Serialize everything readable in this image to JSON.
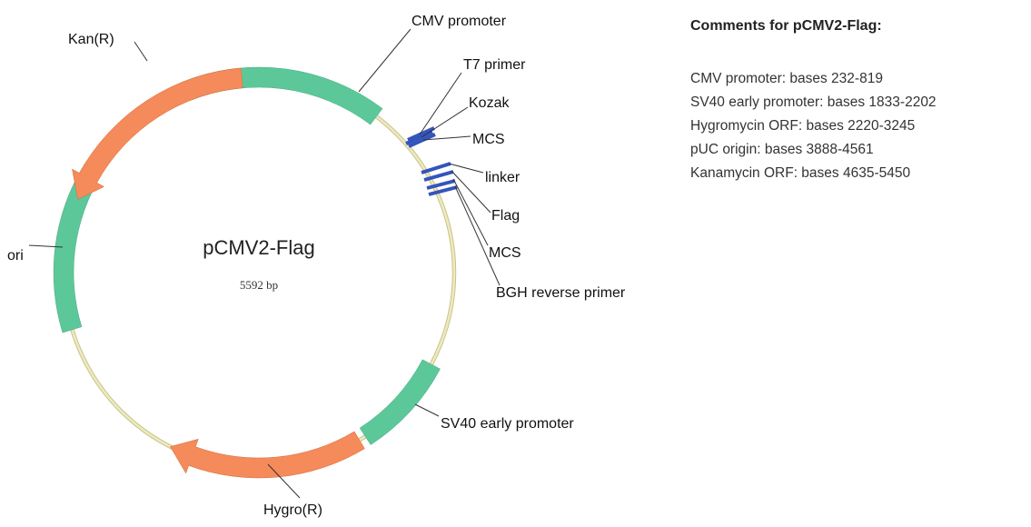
{
  "plasmid": {
    "name": "pCMV2-Flag",
    "size_text": "5592 bp",
    "colors": {
      "backbone": "#eeeac0",
      "backbone_edge": "#c9c38a",
      "green": "#5cc89a",
      "orange": "#f58a5a",
      "blue": "#3355bb"
    }
  },
  "features": [
    {
      "name": "CMV promoter",
      "label": "CMV promoter"
    },
    {
      "name": "T7 primer",
      "label": "T7 primer"
    },
    {
      "name": "Kozak",
      "label": "Kozak"
    },
    {
      "name": "MCS",
      "label": "MCS"
    },
    {
      "name": "linker",
      "label": "linker"
    },
    {
      "name": "Flag",
      "label": "Flag"
    },
    {
      "name": "MCS",
      "label": "MCS"
    },
    {
      "name": "BGH reverse primer",
      "label": "BGH reverse primer"
    },
    {
      "name": "SV40 early promoter",
      "label": "SV40 early promoter"
    },
    {
      "name": "Hygro(R)",
      "label": "Hygro(R)"
    },
    {
      "name": "ori",
      "label": "ori"
    },
    {
      "name": "Kan(R)",
      "label": "Kan(R)"
    }
  ],
  "comments": {
    "title": "Comments for pCMV2-Flag:",
    "lines": [
      "CMV promoter: bases 232-819",
      "SV40 early promoter: bases 1833-2202",
      "Hygromycin ORF: bases 2220-3245",
      "pUC origin: bases 3888-4561",
      "Kanamycin ORF: bases 4635-5450"
    ]
  }
}
